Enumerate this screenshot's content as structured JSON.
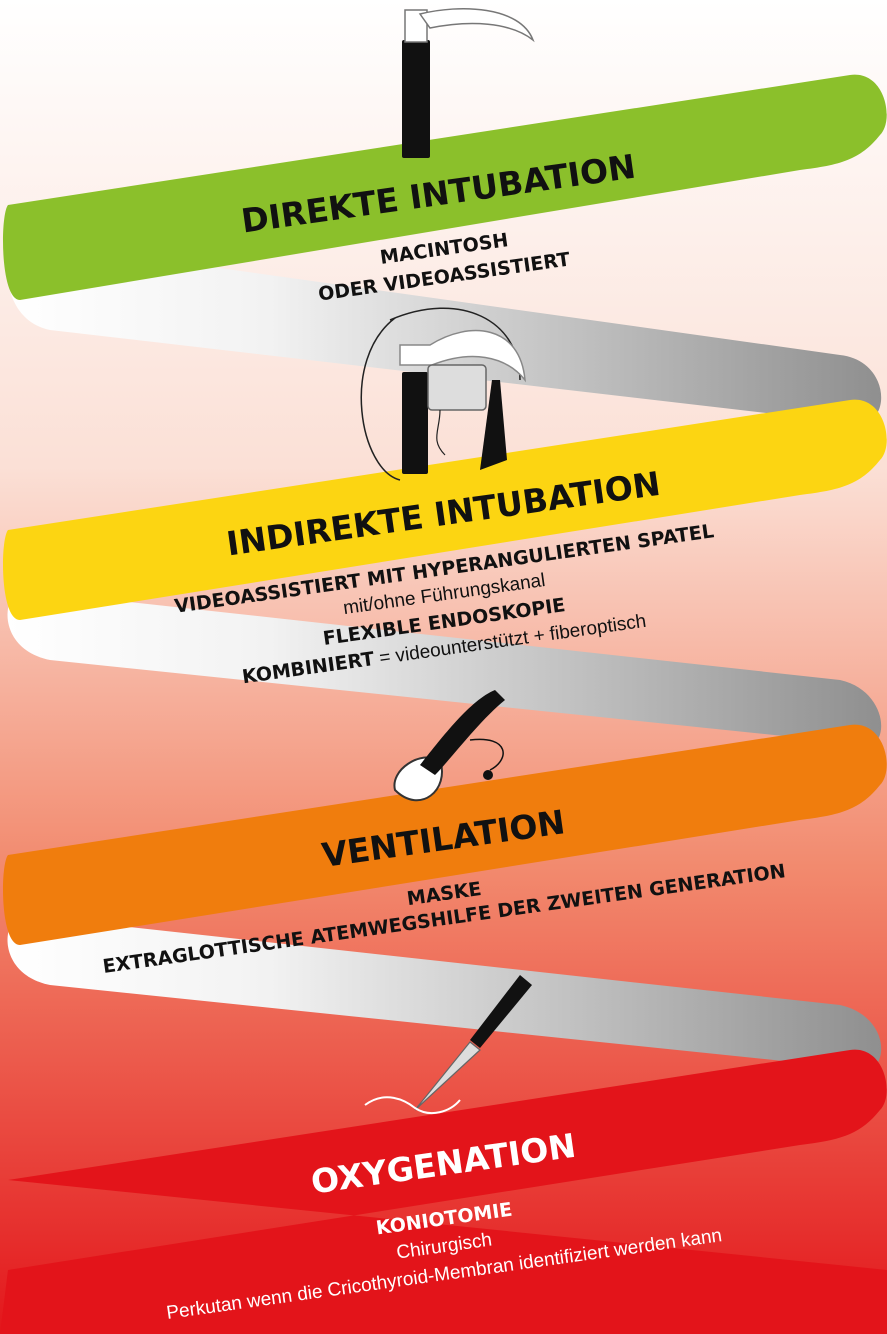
{
  "colors": {
    "bg_top": "#ffffff",
    "bg_bottom": "#e3161b",
    "green": "#8bc02b",
    "yellow": "#fcd512",
    "orange": "#f07d0d",
    "red": "#e3141a",
    "ribbon_grey_light": "#ffffff",
    "ribbon_grey_dark": "#9a9a9a"
  },
  "sections": [
    {
      "title": "DIREKTE INTUBATION",
      "icon": "laryngoscope-macintosh-icon",
      "lines": [
        "MACINTOSH",
        "ODER VIDEOASSISTIERT"
      ]
    },
    {
      "title": "INDIREKTE INTUBATION",
      "icon": "videolaryngoscope-endoscope-icon",
      "lines": {
        "l1": "VIDEOASSISTIERT MIT HYPERANGULIERTEN SPATEL",
        "l2": "mit/ohne Führungskanal",
        "l3": "FLEXIBLE ENDOSKOPIE",
        "l4_bold": "KOMBINIERT",
        "l4_rest": " = videounterstützt + fiberoptisch"
      }
    },
    {
      "title": "VENTILATION",
      "icon": "laryngeal-mask-icon",
      "lines": [
        "MASKE",
        "EXTRAGLOTTISCHE ATEMWEGSHILFE DER ZWEITEN GENERATION"
      ]
    },
    {
      "title": "OXYGENATION",
      "icon": "scalpel-icon",
      "lines": [
        "KONIOTOMIE",
        "Chirurgisch",
        "Perkutan wenn die Cricothyroid-Membran identifiziert werden kann"
      ]
    }
  ]
}
